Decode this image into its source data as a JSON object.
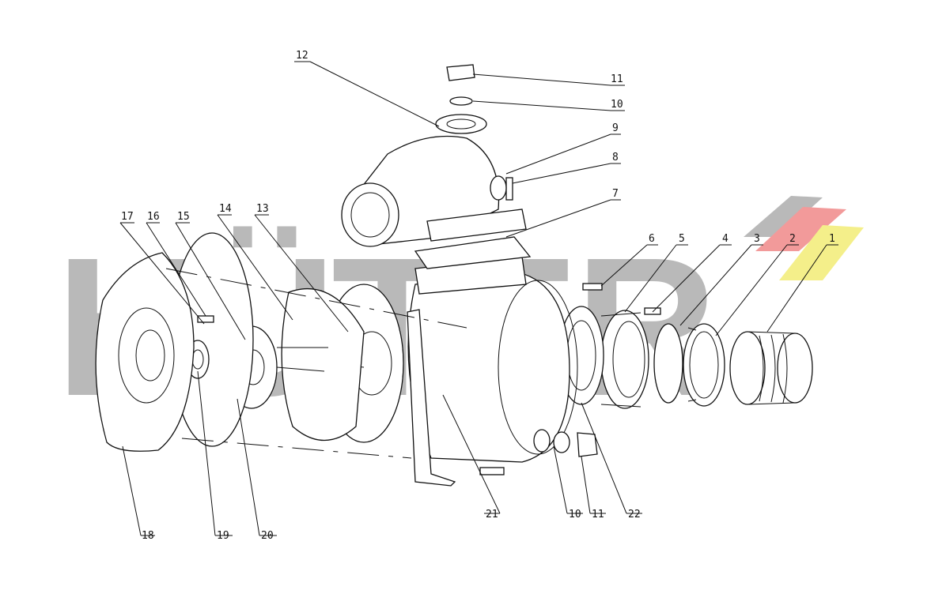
{
  "watermark": {
    "text": "HÜTER"
  },
  "colors": {
    "watermark_gray": "#b9b9b9",
    "swoosh_red": "#f29a9a",
    "swoosh_yellow": "#f4ef8a",
    "line": "#111111"
  },
  "callouts": [
    {
      "label": "1"
    },
    {
      "label": "2"
    },
    {
      "label": "3"
    },
    {
      "label": "4"
    },
    {
      "label": "5"
    },
    {
      "label": "6"
    },
    {
      "label": "7"
    },
    {
      "label": "8"
    },
    {
      "label": "9"
    },
    {
      "label": "10"
    },
    {
      "label": "11"
    },
    {
      "label": "12"
    },
    {
      "label": "13"
    },
    {
      "label": "14"
    },
    {
      "label": "15"
    },
    {
      "label": "16"
    },
    {
      "label": "17"
    },
    {
      "label": "18"
    },
    {
      "label": "19"
    },
    {
      "label": "20"
    },
    {
      "label": "21"
    },
    {
      "label": "10"
    },
    {
      "label": "11"
    },
    {
      "label": "22"
    }
  ]
}
